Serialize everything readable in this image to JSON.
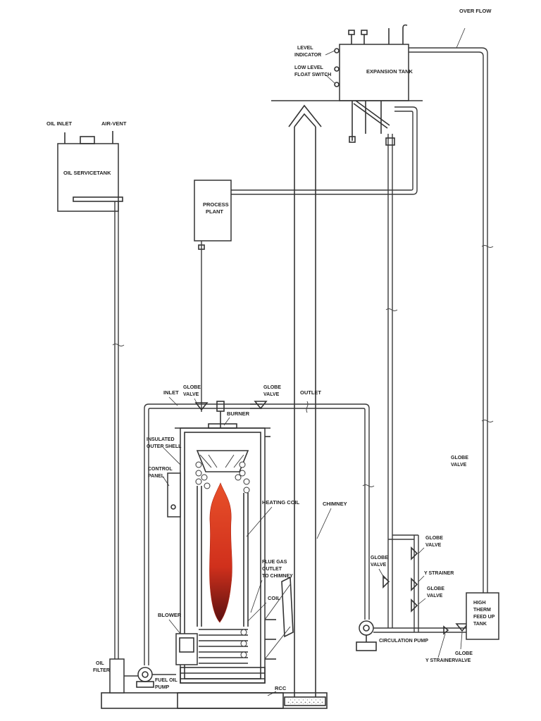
{
  "labels": {
    "overflow": "OVER FLOW",
    "level_indicator_1": "LEVEL",
    "level_indicator_2": "INDICATOR",
    "low_level_1": "LOW LEVEL",
    "low_level_2": "FLOAT SWITCH",
    "expansion_tank": "EXPANSION TANK",
    "oil_inlet": "OIL INLET",
    "air_vent": "AIR-VENT",
    "oil_service_tank": "OIL SERVICETANK",
    "process_plant_1": "PROCESS",
    "process_plant_2": "PLANT",
    "inlet": "INLET",
    "globe_valve_inlet_1": "GLOBE",
    "globe_valve_inlet_2": "VALVE",
    "globe_valve_outlet_1": "GLOBE",
    "globe_valve_outlet_2": "VALVE",
    "outlet": "OUTLET",
    "burner": "BURNER",
    "insulated_1": "INSULATED",
    "insulated_2": "OUTER SHELL",
    "control_panel_1": "CONTROL",
    "control_panel_2": "PANEL",
    "heating_coil": "HEATING COIL",
    "chimney": "CHIMNEY",
    "flue_gas_1": "FLUE GAS",
    "flue_gas_2": "OUTLET",
    "flue_gas_3": "TO CHIMNEY",
    "coil": "COIL",
    "blower": "BLOWER",
    "oil_filter_1": "OIL",
    "oil_filter_2": "FILTER",
    "fuel_oil_pump_1": "FUEL OIL",
    "fuel_oil_pump_2": "PUMP",
    "rcc": "RCC",
    "globe_valve_right_1": "GLOBE",
    "globe_valve_right_2": "VALVE",
    "globe_valve_mid_1": "GLOBE",
    "globe_valve_mid_2": "VALVE",
    "globe_valve_left_1": "GLOBE",
    "globe_valve_left_2": "VALVE",
    "y_strainer_upper": "Y STRAINER",
    "globe_valve_lower_1": "GLOBE",
    "globe_valve_lower_2": "VALVE",
    "circulation_pump": "CIRCULATION PUMP",
    "y_strainer_lower": "Y STRAINER",
    "globe_valve_bottom_1": "GLOBE",
    "globe_valve_bottom_2": "VALVE",
    "feed_tank_1": "HIGH",
    "feed_tank_2": "THERM",
    "feed_tank_3": "FEED UP",
    "feed_tank_4": "TANK"
  },
  "colors": {
    "flame_outer": "#e03a1e",
    "flame_inner": "#c4281a",
    "flame_base": "#5a1010",
    "line": "#333333"
  }
}
